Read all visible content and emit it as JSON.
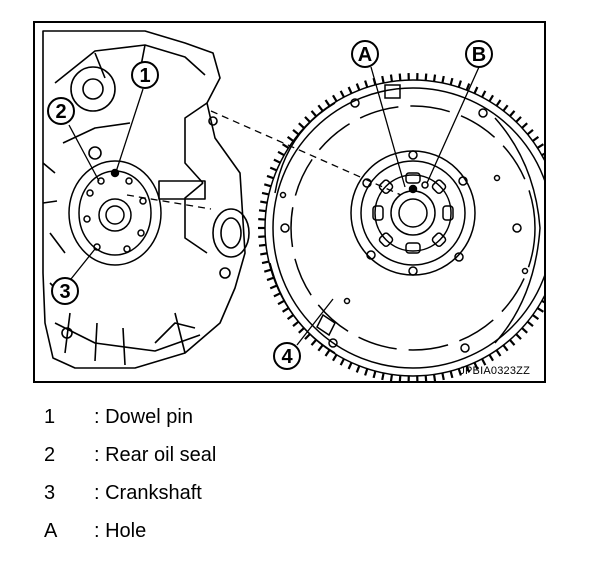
{
  "figure": {
    "code": "JPBIA0323ZZ",
    "callouts": [
      "1",
      "2",
      "3",
      "4",
      "A",
      "B"
    ]
  },
  "legend": [
    {
      "key": "1",
      "text": ": Dowel pin"
    },
    {
      "key": "2",
      "text": ": Rear oil seal"
    },
    {
      "key": "3",
      "text": ": Crankshaft"
    },
    {
      "key": "A",
      "text": ": Hole"
    }
  ]
}
